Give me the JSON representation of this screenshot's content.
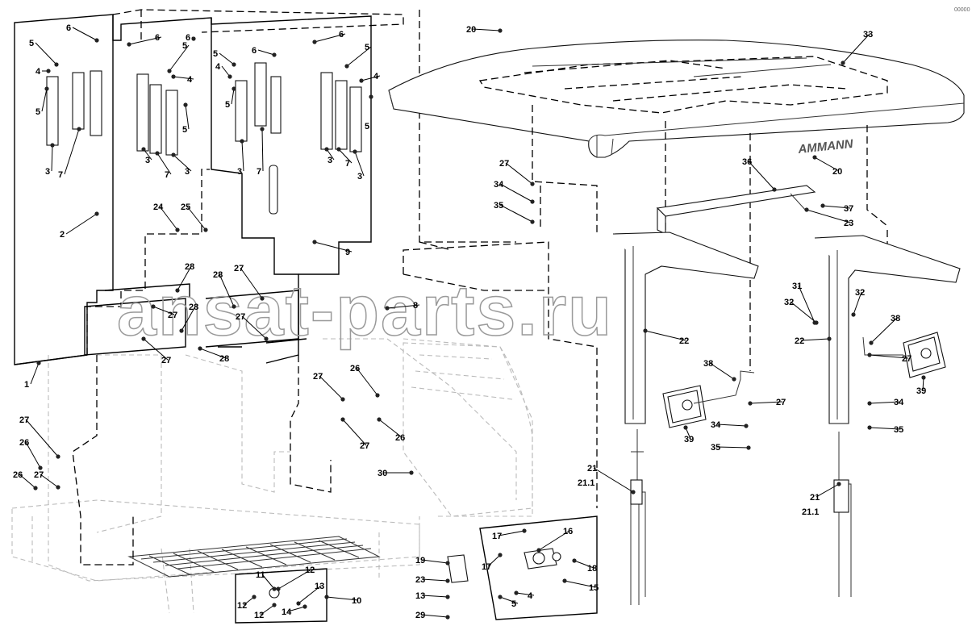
{
  "watermark": "ansat-parts.ru",
  "brand_on_roof": "AMMANN",
  "corner_code": "00000",
  "callouts": [
    {
      "id": "c20a",
      "text": "20"
    },
    {
      "id": "c33",
      "text": "33"
    },
    {
      "id": "c6a",
      "text": "6"
    },
    {
      "id": "c6b",
      "text": "6"
    },
    {
      "id": "c6c",
      "text": "6"
    },
    {
      "id": "c6d",
      "text": "6"
    },
    {
      "id": "c6e",
      "text": "6"
    },
    {
      "id": "c5a",
      "text": "5"
    },
    {
      "id": "c5b",
      "text": "5"
    },
    {
      "id": "c5c",
      "text": "5"
    },
    {
      "id": "c5d",
      "text": "5"
    },
    {
      "id": "c5e",
      "text": "5"
    },
    {
      "id": "c5f",
      "text": "5"
    },
    {
      "id": "c5g",
      "text": "5"
    },
    {
      "id": "c5h",
      "text": "5"
    },
    {
      "id": "c4a",
      "text": "4"
    },
    {
      "id": "c4b",
      "text": "4"
    },
    {
      "id": "c4c",
      "text": "4"
    },
    {
      "id": "c4d",
      "text": "4"
    },
    {
      "id": "c3a",
      "text": "3"
    },
    {
      "id": "c3b",
      "text": "3"
    },
    {
      "id": "c3c",
      "text": "3"
    },
    {
      "id": "c3d",
      "text": "3"
    },
    {
      "id": "c3e",
      "text": "3"
    },
    {
      "id": "c3f",
      "text": "3"
    },
    {
      "id": "c7a",
      "text": "7"
    },
    {
      "id": "c7b",
      "text": "7"
    },
    {
      "id": "c7c",
      "text": "7"
    },
    {
      "id": "c7d",
      "text": "7"
    },
    {
      "id": "c2",
      "text": "2"
    },
    {
      "id": "c9",
      "text": "9"
    },
    {
      "id": "c1",
      "text": "1"
    },
    {
      "id": "c24",
      "text": "24"
    },
    {
      "id": "c25",
      "text": "25"
    },
    {
      "id": "c28a",
      "text": "28"
    },
    {
      "id": "c28b",
      "text": "28"
    },
    {
      "id": "c28c",
      "text": "28"
    },
    {
      "id": "c28d",
      "text": "28"
    },
    {
      "id": "c27a",
      "text": "27"
    },
    {
      "id": "c27b",
      "text": "27"
    },
    {
      "id": "c27c",
      "text": "27"
    },
    {
      "id": "c27d",
      "text": "27"
    },
    {
      "id": "c8",
      "text": "8"
    },
    {
      "id": "c27e",
      "text": "27"
    },
    {
      "id": "c34a",
      "text": "34"
    },
    {
      "id": "c35a",
      "text": "35"
    },
    {
      "id": "c20b",
      "text": "20"
    },
    {
      "id": "c36",
      "text": "36"
    },
    {
      "id": "c37",
      "text": "37"
    },
    {
      "id": "c23a",
      "text": "23"
    },
    {
      "id": "c31",
      "text": "31"
    },
    {
      "id": "c32a",
      "text": "32"
    },
    {
      "id": "c32b",
      "text": "32"
    },
    {
      "id": "c22a",
      "text": "22"
    },
    {
      "id": "c22b",
      "text": "22"
    },
    {
      "id": "c38a",
      "text": "38"
    },
    {
      "id": "c38b",
      "text": "38"
    },
    {
      "id": "c27f",
      "text": "27"
    },
    {
      "id": "c27g",
      "text": "27"
    },
    {
      "id": "c34b",
      "text": "34"
    },
    {
      "id": "c34c",
      "text": "34"
    },
    {
      "id": "c35b",
      "text": "35"
    },
    {
      "id": "c35c",
      "text": "35"
    },
    {
      "id": "c39a",
      "text": "39"
    },
    {
      "id": "c39b",
      "text": "39"
    },
    {
      "id": "c27h",
      "text": "27"
    },
    {
      "id": "c26a",
      "text": "26"
    },
    {
      "id": "c27i",
      "text": "27"
    },
    {
      "id": "c26b",
      "text": "26"
    },
    {
      "id": "c27j",
      "text": "27"
    },
    {
      "id": "c26c",
      "text": "26"
    },
    {
      "id": "c27k",
      "text": "27"
    },
    {
      "id": "c26d",
      "text": "26"
    },
    {
      "id": "c30",
      "text": "30"
    },
    {
      "id": "c21a",
      "text": "21"
    },
    {
      "id": "c211a",
      "text": "21.1"
    },
    {
      "id": "c21b",
      "text": "21"
    },
    {
      "id": "c211b",
      "text": "21.1"
    },
    {
      "id": "c17a",
      "text": "17"
    },
    {
      "id": "c16",
      "text": "16"
    },
    {
      "id": "c17b",
      "text": "17"
    },
    {
      "id": "c18",
      "text": "18"
    },
    {
      "id": "c4e",
      "text": "4"
    },
    {
      "id": "c5i",
      "text": "5"
    },
    {
      "id": "c15",
      "text": "15"
    },
    {
      "id": "c19",
      "text": "19"
    },
    {
      "id": "c23b",
      "text": "23"
    },
    {
      "id": "c13a",
      "text": "13"
    },
    {
      "id": "c29",
      "text": "29"
    },
    {
      "id": "c11",
      "text": "11"
    },
    {
      "id": "c12a",
      "text": "12"
    },
    {
      "id": "c13b",
      "text": "13"
    },
    {
      "id": "c12b",
      "text": "12"
    },
    {
      "id": "c12c",
      "text": "12"
    },
    {
      "id": "c14",
      "text": "14"
    },
    {
      "id": "c10",
      "text": "10"
    }
  ]
}
